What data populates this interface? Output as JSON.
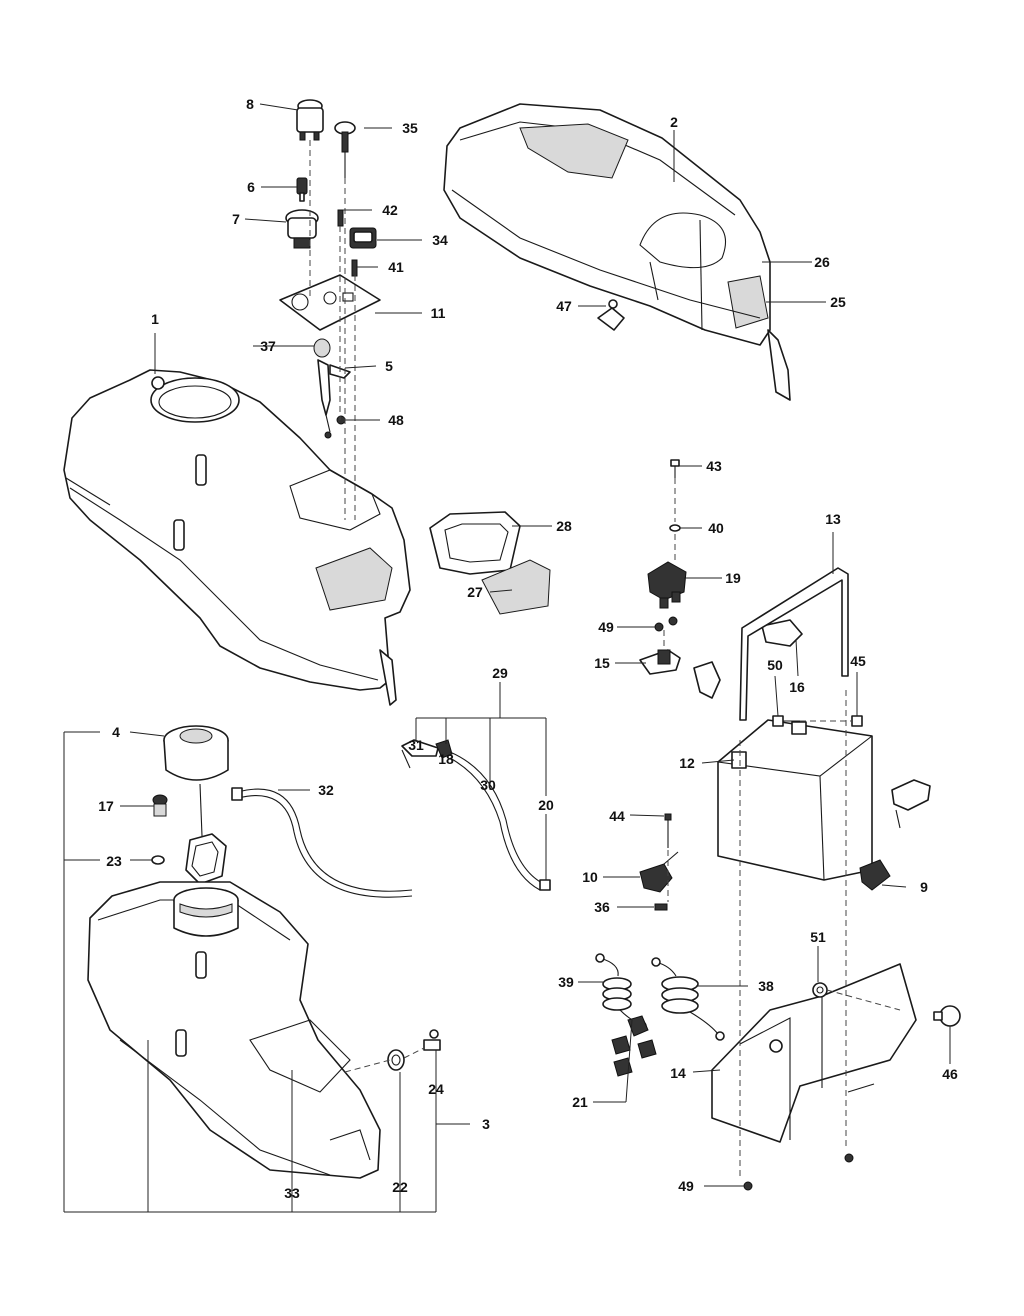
{
  "callouts": {
    "c1": "1",
    "c2": "2",
    "c3": "3",
    "c4": "4",
    "c5": "5",
    "c6": "6",
    "c7": "7",
    "c8": "8",
    "c9": "9",
    "c10": "10",
    "c11": "11",
    "c12": "12",
    "c13": "13",
    "c14": "14",
    "c15": "15",
    "c16": "16",
    "c17": "17",
    "c18": "18",
    "c19": "19",
    "c20": "20",
    "c21": "21",
    "c22": "22",
    "c23": "23",
    "c24": "24",
    "c25": "25",
    "c26": "26",
    "c27": "27",
    "c28": "28",
    "c29": "29",
    "c30": "30",
    "c31": "31",
    "c32": "32",
    "c33": "33",
    "c34": "34",
    "c35": "35",
    "c36": "36",
    "c37": "37",
    "c38": "38",
    "c39": "39",
    "c40": "40",
    "c41": "41",
    "c42": "42",
    "c43": "43",
    "c44": "44",
    "c45": "45",
    "c46": "46",
    "c47": "47",
    "c48": "48",
    "c49a": "49",
    "c49b": "49",
    "c50": "50",
    "c51": "51"
  }
}
